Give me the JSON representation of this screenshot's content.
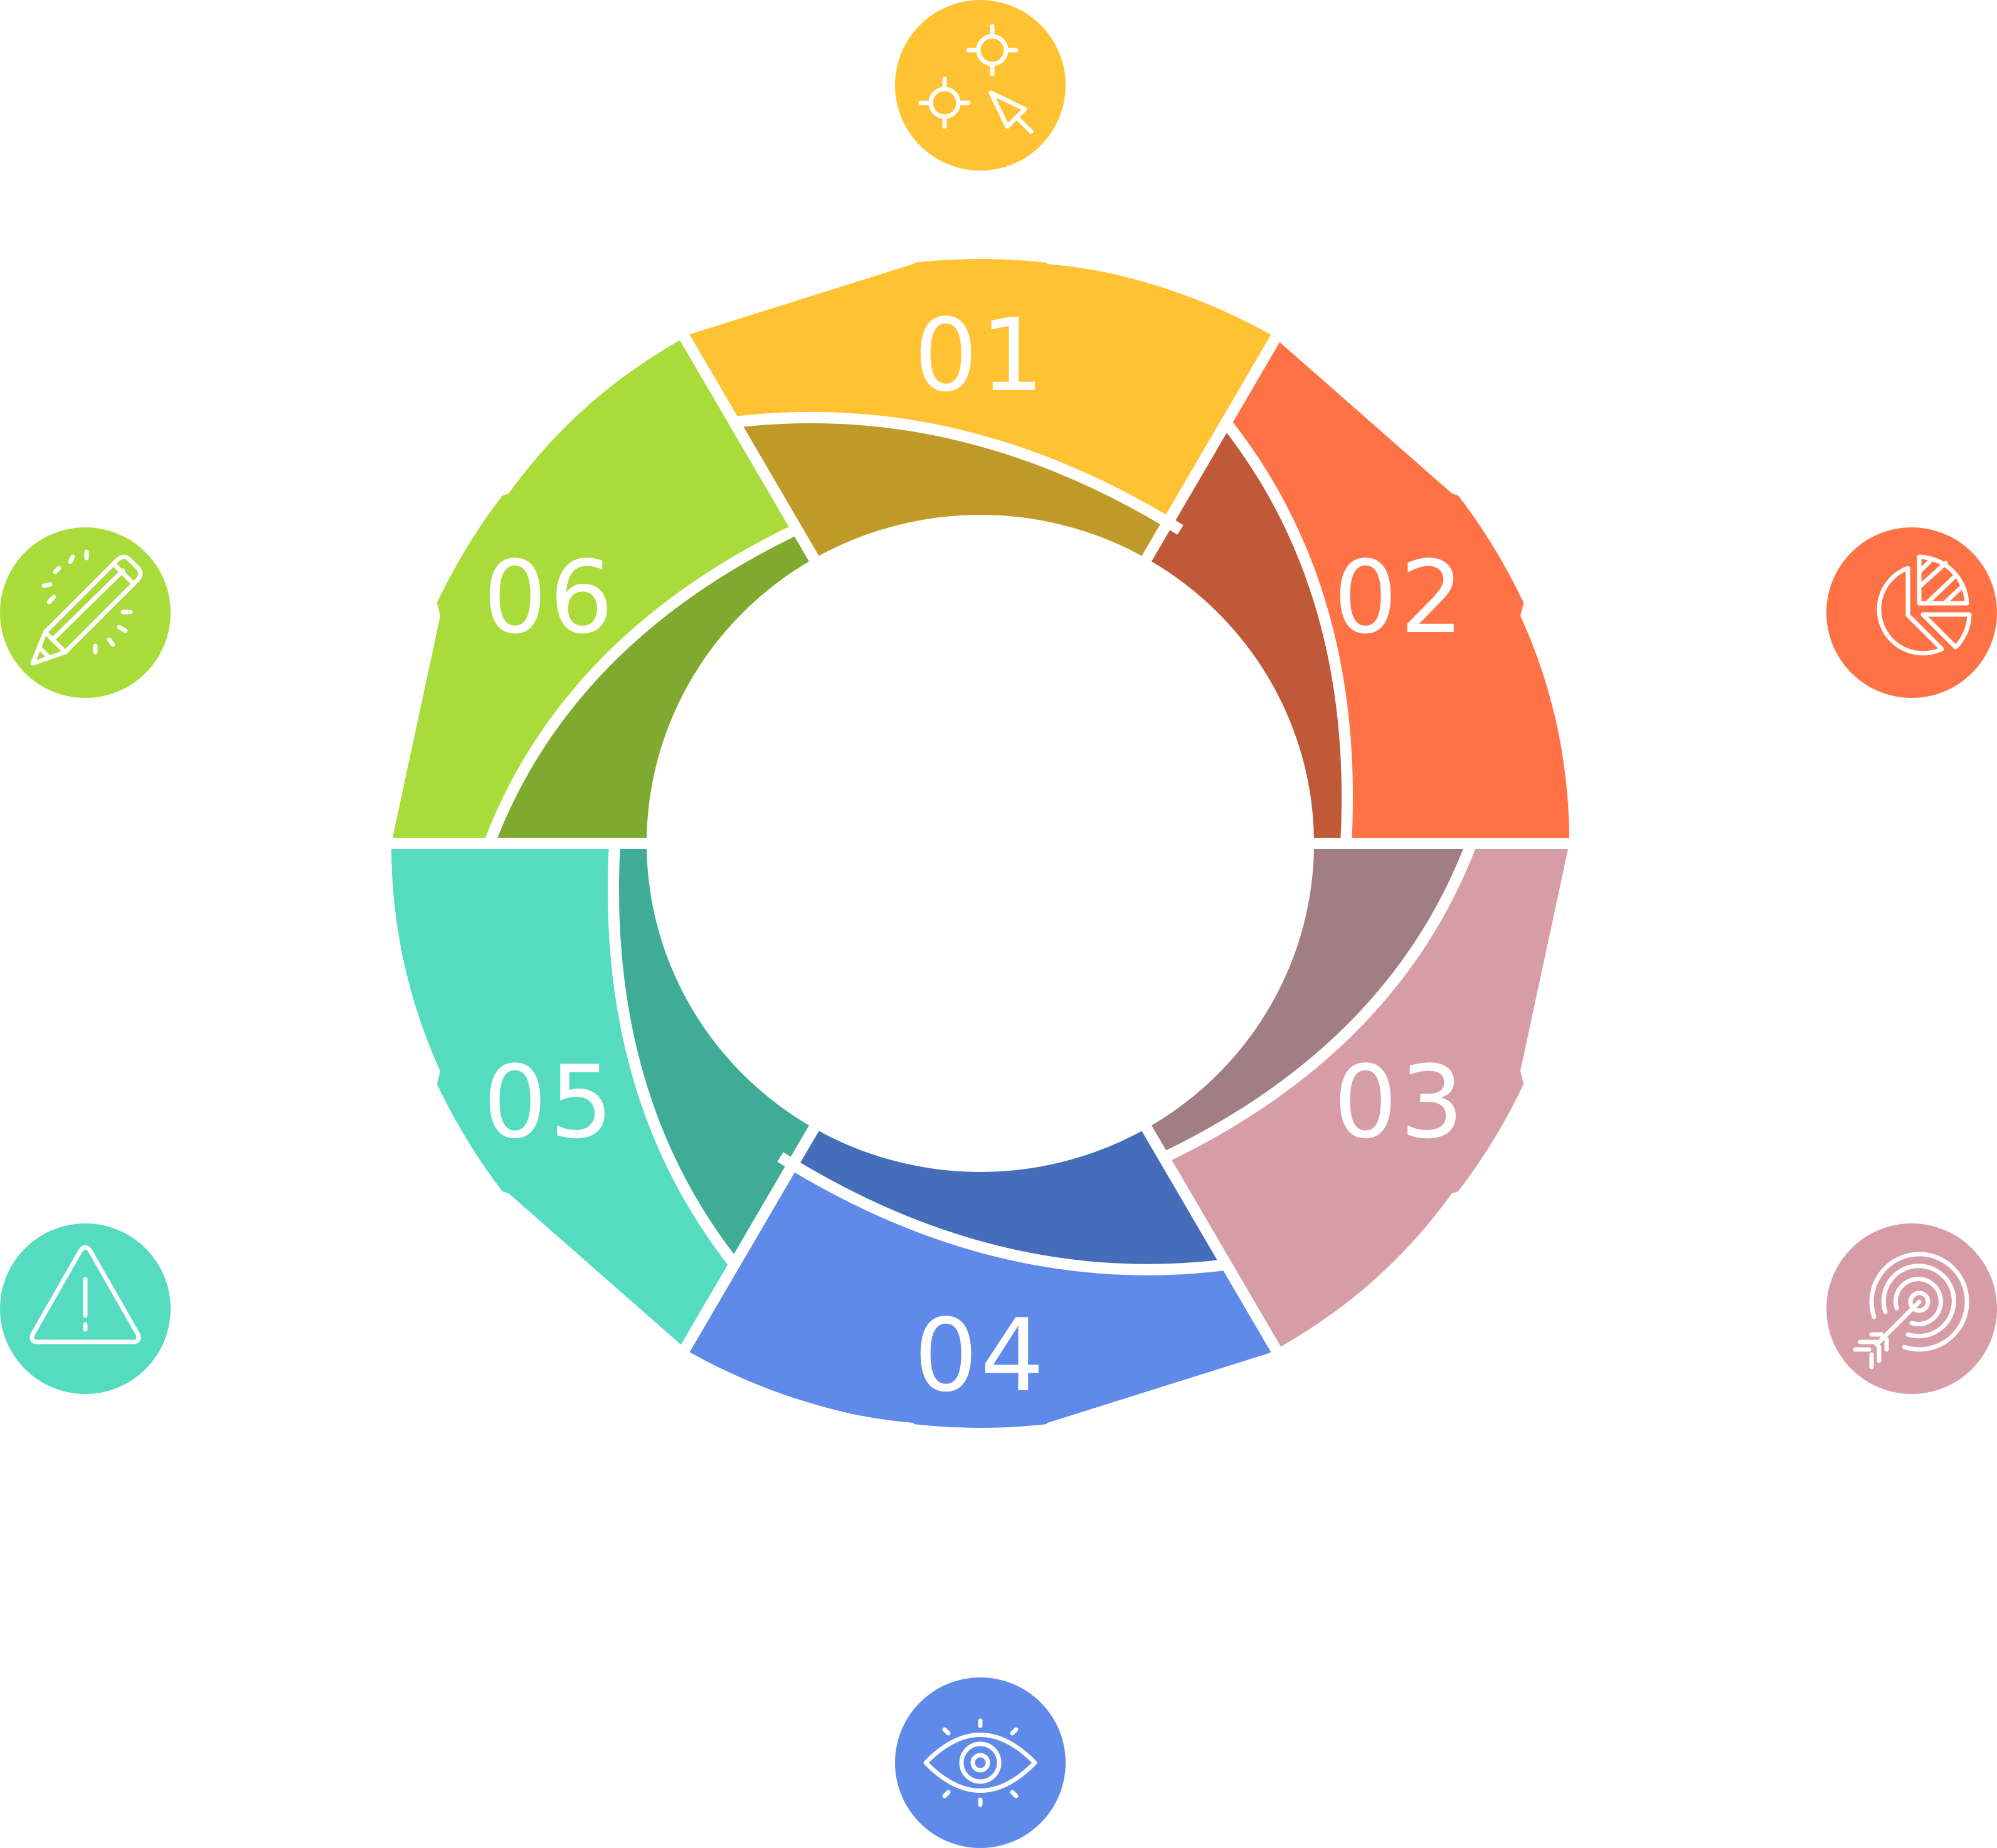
{
  "segments": [
    {
      "label": "01",
      "color": "#FFC233",
      "inner_color": "#BF9A28",
      "icon": "targets-cursor-icon"
    },
    {
      "label": "02",
      "color": "#FF7245",
      "inner_color": "#BF5937",
      "icon": "pie-chart-icon"
    },
    {
      "label": "03",
      "color": "#D69DA7",
      "inner_color": "#A07E83",
      "icon": "target-arrow-icon"
    },
    {
      "label": "04",
      "color": "#5F8AEA",
      "inner_color": "#466DBA",
      "icon": "eye-icon"
    },
    {
      "label": "05",
      "color": "#54DBC0",
      "inner_color": "#3FAC98",
      "icon": "warning-icon"
    },
    {
      "label": "06",
      "color": "#A9DB3B",
      "inner_color": "#80AA2F",
      "icon": "pencil-icon"
    }
  ]
}
